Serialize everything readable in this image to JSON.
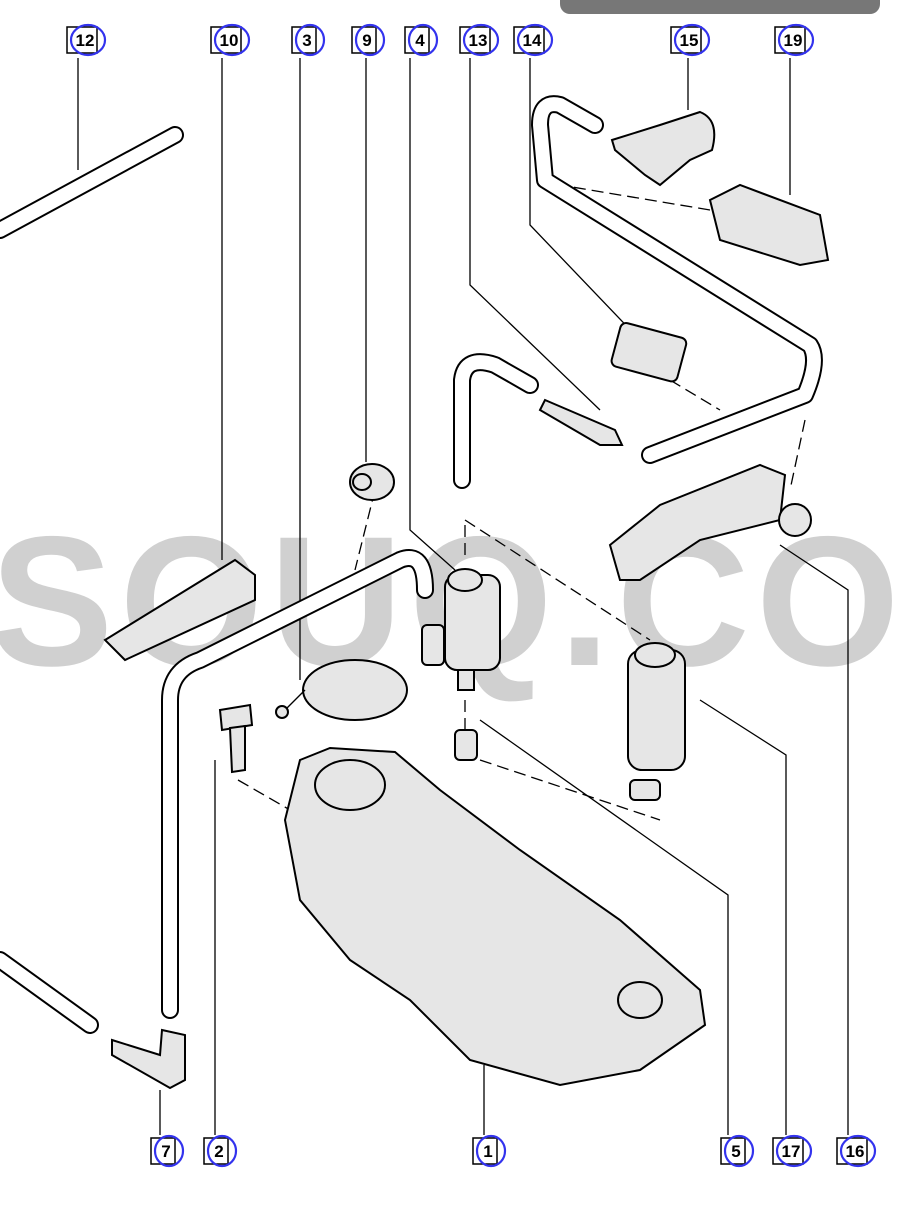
{
  "watermark": "SOUQ.COM",
  "callouts_top": [
    "12",
    "10",
    "3",
    "9",
    "4",
    "13",
    "14",
    "15",
    "19"
  ],
  "callouts_bottom": [
    "7",
    "2",
    "1",
    "5",
    "17",
    "16"
  ],
  "colors": {
    "ring": "#3333ee",
    "watermark": "#c8c8c8",
    "topbar": "#777777"
  }
}
